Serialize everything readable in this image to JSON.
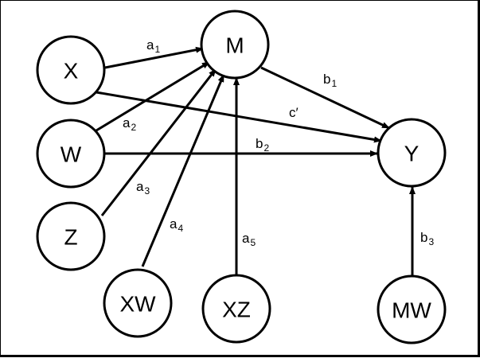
{
  "diagram": {
    "type": "path-diagram",
    "colors": {
      "stroke": "#000000",
      "fill": "#ffffff",
      "text": "#000000"
    },
    "nodes": [
      {
        "id": "X",
        "label": "X"
      },
      {
        "id": "W",
        "label": "W"
      },
      {
        "id": "Z",
        "label": "Z"
      },
      {
        "id": "XW",
        "label": "XW"
      },
      {
        "id": "XZ",
        "label": "XZ"
      },
      {
        "id": "M",
        "label": "M"
      },
      {
        "id": "Y",
        "label": "Y"
      },
      {
        "id": "MW",
        "label": "MW"
      }
    ],
    "edges": [
      {
        "from": "X",
        "to": "M",
        "label": "a",
        "sub": "1"
      },
      {
        "from": "W",
        "to": "M",
        "label": "a",
        "sub": "2"
      },
      {
        "from": "Z",
        "to": "M",
        "label": "a",
        "sub": "3"
      },
      {
        "from": "XW",
        "to": "M",
        "label": "a",
        "sub": "4"
      },
      {
        "from": "XZ",
        "to": "M",
        "label": "a",
        "sub": "5"
      },
      {
        "from": "M",
        "to": "Y",
        "label": "b",
        "sub": "1"
      },
      {
        "from": "X",
        "to": "Y",
        "label": "c′",
        "sub": ""
      },
      {
        "from": "W",
        "to": "Y",
        "label": "b",
        "sub": "2"
      },
      {
        "from": "MW",
        "to": "Y",
        "label": "b",
        "sub": "3"
      }
    ]
  }
}
